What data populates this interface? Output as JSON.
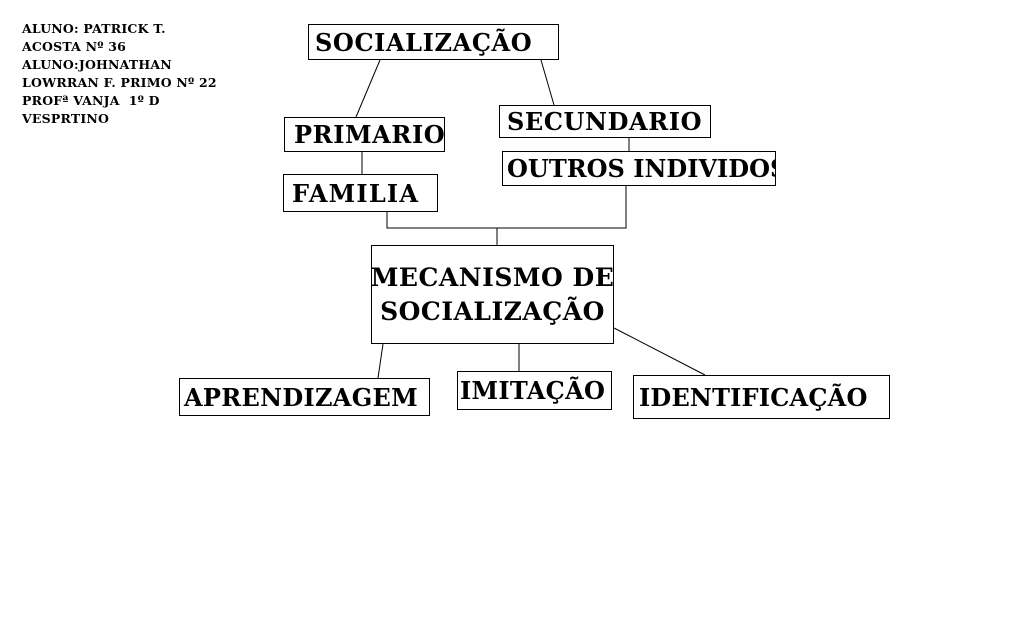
{
  "credits": [
    "ALUNO: PATRICK T.",
    "ACOSTA Nº 36",
    "ALUNO:JOHNATHAN",
    "LOWRRAN F. PRIMO Nº 22",
    "PROFª VANJA  1º D",
    "VESPRTINO"
  ],
  "nodes": {
    "socializacao": "SOCIALIZAÇÃO",
    "primario": "PRIMARIO",
    "secundario": "SECUNDARIO",
    "familia": "FAMILIA",
    "outros_individuos": "OUTROS INDIVIDOS",
    "mecanismo_line1": "MECANISMO DE",
    "mecanismo_line2": "SOCIALIZAÇÃO",
    "aprendizagem": "APRENDIZAGEM",
    "imitacao": "IMITAÇÃO",
    "identificacao": "IDENTIFICAÇÃO"
  },
  "colors": {
    "line": "#000000",
    "background": "#ffffff"
  }
}
